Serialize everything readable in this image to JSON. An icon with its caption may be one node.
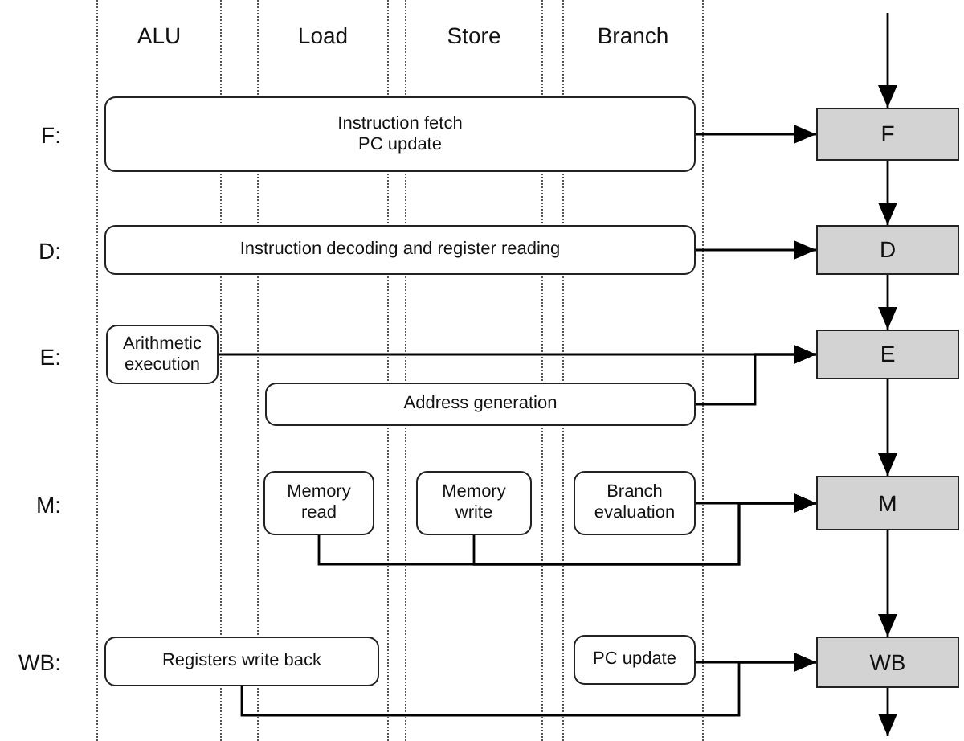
{
  "diagram": {
    "nodes": [
      {
        "text": [
          "ALU"
        ]
      },
      {
        "text": [
          "Load"
        ]
      },
      {
        "text": [
          "Store"
        ]
      },
      {
        "text": [
          "Branch"
        ]
      },
      {
        "text": [
          "Instruction fetch",
          "PC update"
        ]
      },
      {
        "text": [
          "Instruction decoding and register reading"
        ]
      },
      {
        "text": [
          "Arithmetic execution"
        ],
        "in": 0
      },
      {
        "text": [
          "Address generation"
        ]
      },
      {
        "text": [
          "Memory read"
        ],
        "in": 1
      },
      {
        "text": [
          "Memory write"
        ],
        "in": 2
      },
      {
        "text": [
          "Branch evaluation"
        ],
        "in": 3
      },
      {
        "text": [
          "Registers write back"
        ]
      },
      {
        "text": [
          "PC update"
        ],
        "in": 3
      },
      {
        "text": [
          "F"
        ]
      },
      {
        "text": [
          "D"
        ]
      },
      {
        "text": [
          "E"
        ]
      },
      {
        "text": [
          "M"
        ]
      },
      {
        "text": [
          "WB"
        ]
      }
    ],
    "edges": [
      {
        "from": null,
        "to": 13,
        "arrow": "to"
      },
      {
        "from": 4,
        "to": 13,
        "arrow": "to"
      },
      {
        "from": 13,
        "to": 14,
        "arrow": "to"
      },
      {
        "from": 5,
        "to": 14,
        "arrow": "to"
      },
      {
        "from": 14,
        "to": 15,
        "arrow": "to"
      },
      {
        "from": 6,
        "to": 15,
        "arrow": "to"
      },
      {
        "from": 7,
        "to": 15,
        "arrow": "to"
      },
      {
        "from": 15,
        "to": 16,
        "arrow": "to"
      },
      {
        "from": 8,
        "to": 16,
        "arrow": "to"
      },
      {
        "from": 9,
        "to": 16,
        "arrow": "to"
      },
      {
        "from": 10,
        "to": 16,
        "arrow": "to"
      },
      {
        "from": 16,
        "to": 17,
        "arrow": "to"
      },
      {
        "from": 11,
        "to": 17,
        "arrow": "to"
      },
      {
        "from": 12,
        "to": 17,
        "arrow": "to"
      },
      {
        "from": 17,
        "to": null,
        "arrow": "to"
      }
    ],
    "labels": [
      "F:",
      "D:",
      "E:",
      "M:",
      "WB:"
    ]
  }
}
